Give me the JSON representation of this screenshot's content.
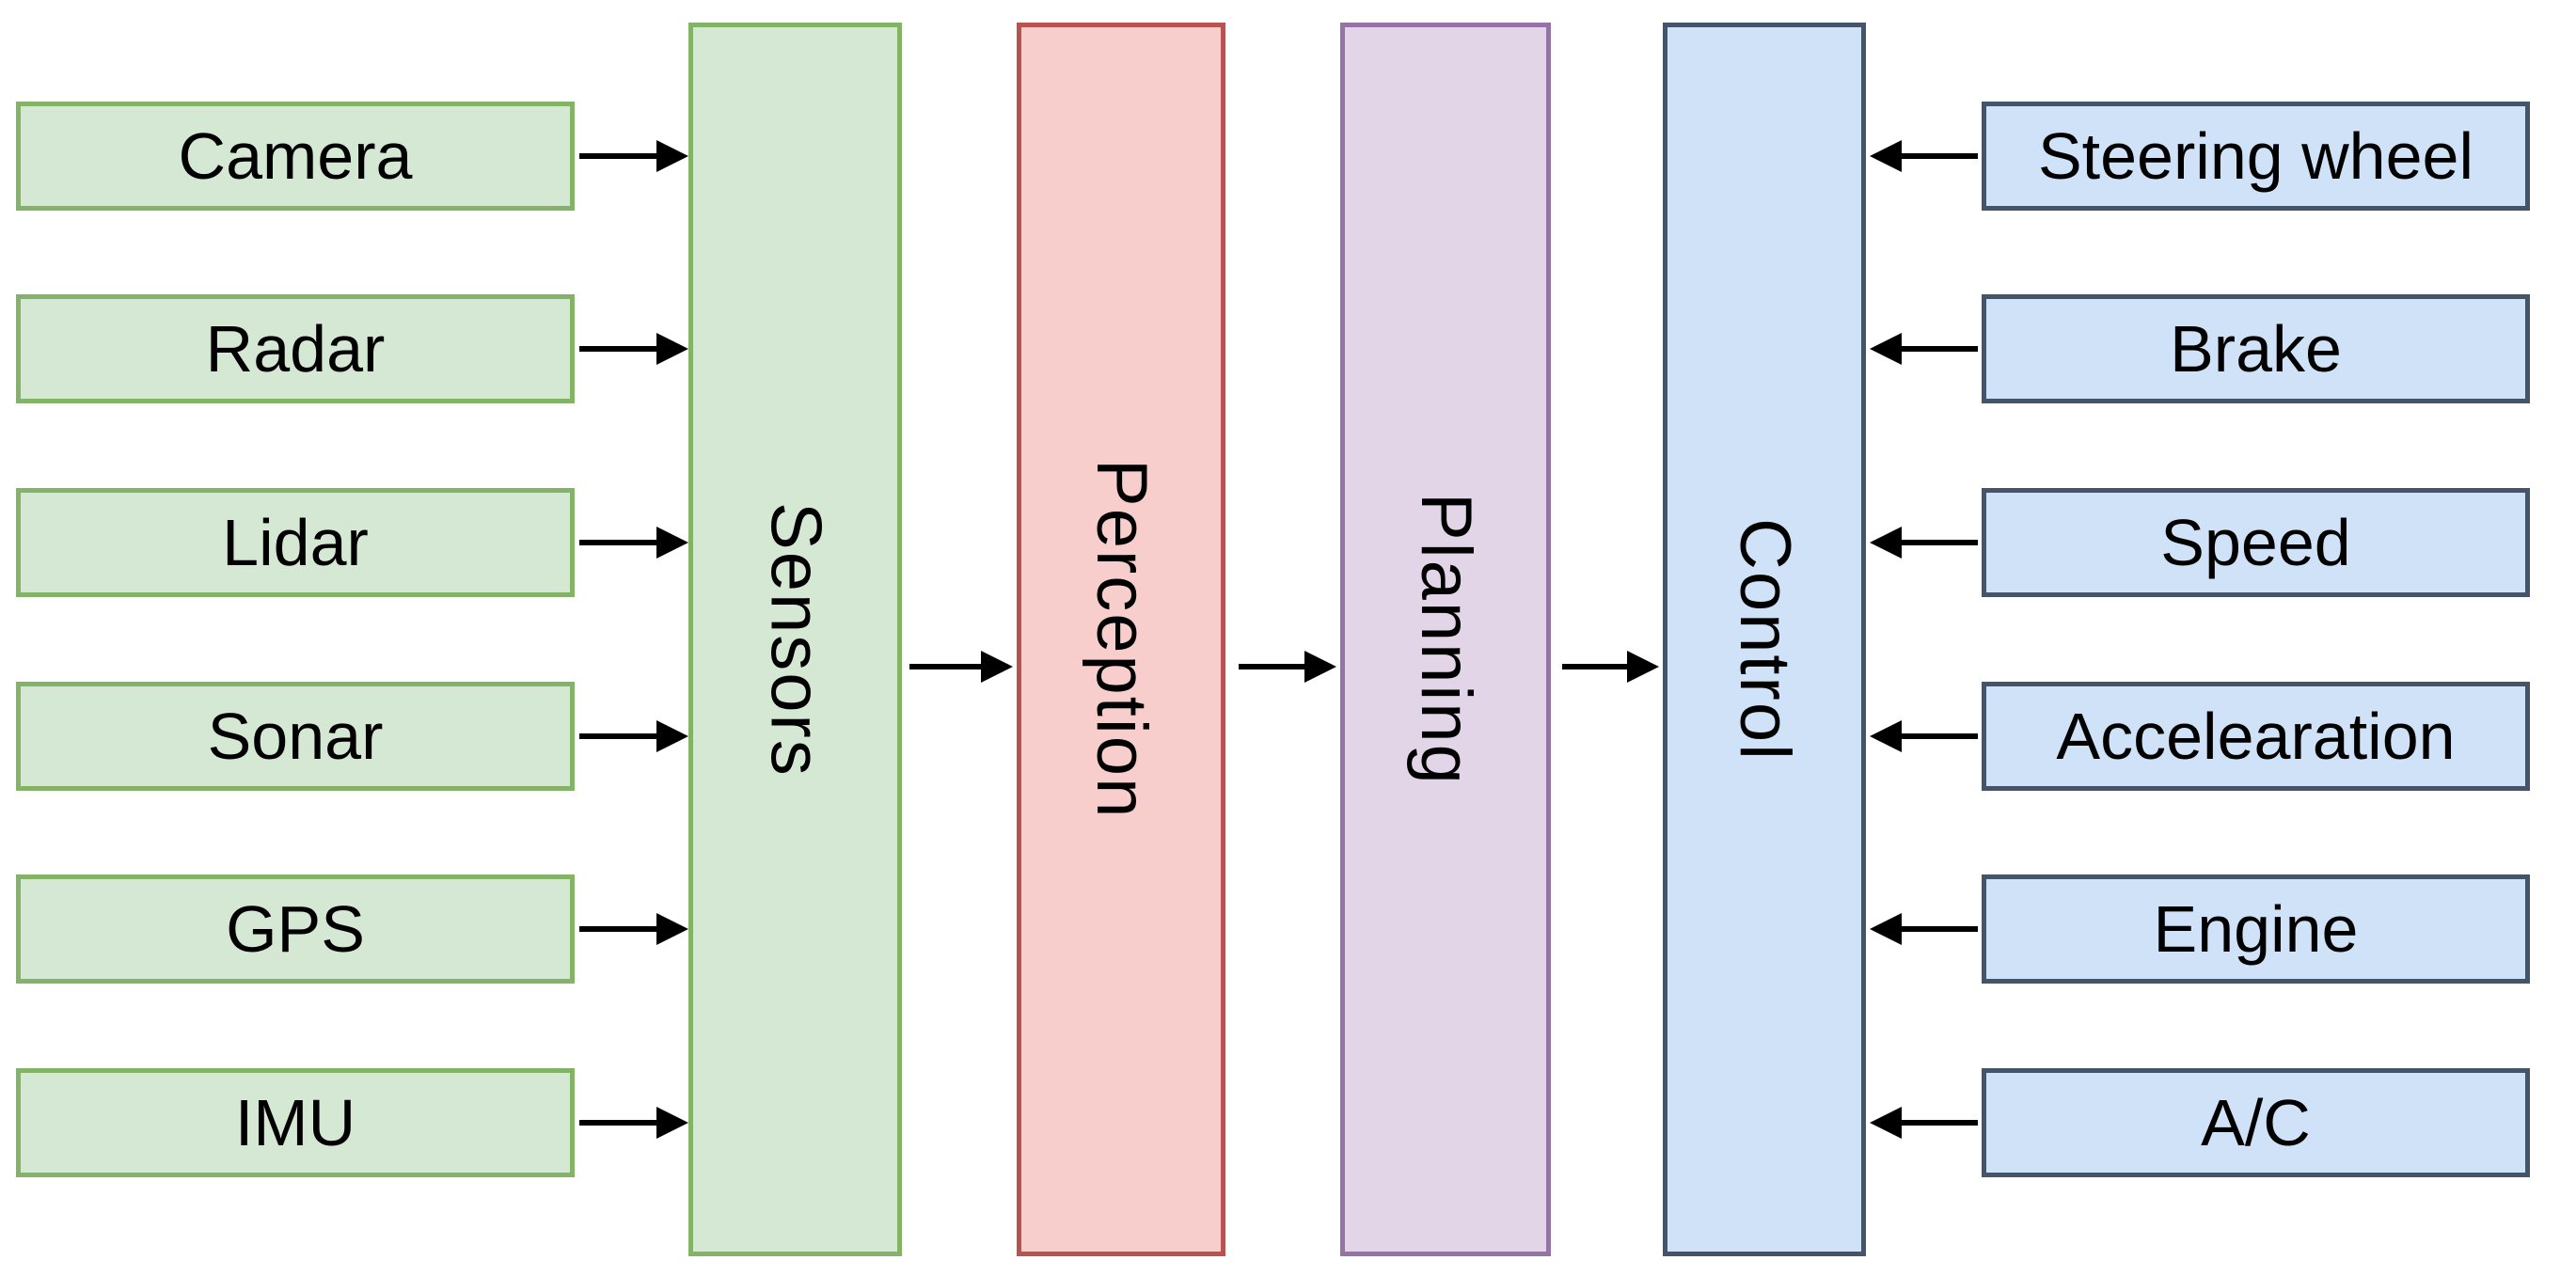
{
  "diagram": {
    "title": "Autonomous driving pipeline block diagram",
    "left_inputs": [
      {
        "label": "Camera"
      },
      {
        "label": "Radar"
      },
      {
        "label": "Lidar"
      },
      {
        "label": "Sonar"
      },
      {
        "label": "GPS"
      },
      {
        "label": "IMU"
      }
    ],
    "stages": [
      {
        "label": "Sensors"
      },
      {
        "label": "Perception"
      },
      {
        "label": "Planning"
      },
      {
        "label": "Control"
      }
    ],
    "right_controls": [
      {
        "label": "Steering wheel"
      },
      {
        "label": "Brake"
      },
      {
        "label": "Speed"
      },
      {
        "label": "Accelearation"
      },
      {
        "label": "Engine"
      },
      {
        "label": "A/C"
      }
    ],
    "colors": {
      "green_fill": "#d5e8d4",
      "green_border": "#82b366",
      "red_fill": "#f8cecc",
      "red_border": "#b85450",
      "purple_fill": "#e1d5e7",
      "purple_border": "#9673a6",
      "blue_fill": "#cfe2f8",
      "blue_border": "#44546a",
      "arrow": "#000000",
      "text": "#000000",
      "background": "#ffffff"
    }
  }
}
